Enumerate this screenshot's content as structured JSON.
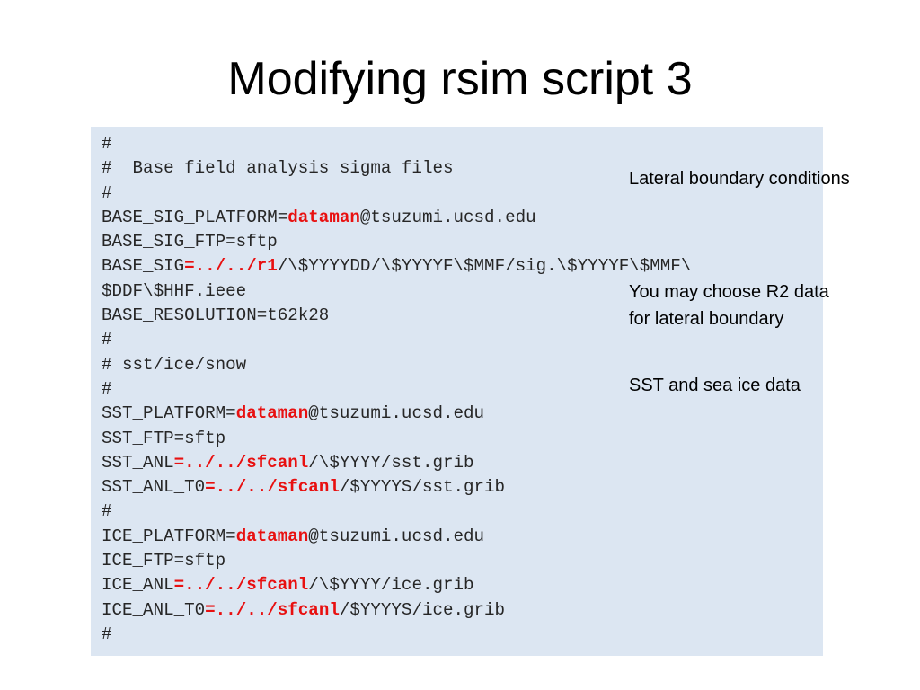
{
  "slide": {
    "title": "Modifying rsim script 3"
  },
  "colors": {
    "code_background": "#dce6f2",
    "highlight": "#e81010",
    "code_text": "#262626"
  },
  "code": {
    "lines": [
      [
        {
          "t": "#"
        }
      ],
      [
        {
          "t": "#  Base field analysis sigma files"
        }
      ],
      [
        {
          "t": "#"
        }
      ],
      [
        {
          "t": "BASE_SIG_PLATFORM="
        },
        {
          "t": "dataman",
          "hl": true
        },
        {
          "t": "@tsuzumi.ucsd.edu"
        }
      ],
      [
        {
          "t": "BASE_SIG_FTP=sftp"
        }
      ],
      [
        {
          "t": "BASE_SIG"
        },
        {
          "t": "=../../r1",
          "hl": true
        },
        {
          "t": "/\\$YYYYDD/\\$YYYYF\\$MMF/sig.\\$YYYYF\\$MMF\\"
        }
      ],
      [
        {
          "t": "$DDF\\$HHF.ieee"
        }
      ],
      [
        {
          "t": "BASE_RESOLUTION=t62k28"
        }
      ],
      [
        {
          "t": "#"
        }
      ],
      [
        {
          "t": "# sst/ice/snow"
        }
      ],
      [
        {
          "t": "#"
        }
      ],
      [
        {
          "t": "SST_PLATFORM="
        },
        {
          "t": "dataman",
          "hl": true
        },
        {
          "t": "@tsuzumi.ucsd.edu"
        }
      ],
      [
        {
          "t": "SST_FTP=sftp"
        }
      ],
      [
        {
          "t": "SST_ANL"
        },
        {
          "t": "=../../sfcanl",
          "hl": true
        },
        {
          "t": "/\\$YYYY/sst.grib"
        }
      ],
      [
        {
          "t": "SST_ANL_T0"
        },
        {
          "t": "=../../sfcanl",
          "hl": true
        },
        {
          "t": "/$YYYYS/sst.grib"
        }
      ],
      [
        {
          "t": "#"
        }
      ],
      [
        {
          "t": "ICE_PLATFORM="
        },
        {
          "t": "dataman",
          "hl": true
        },
        {
          "t": "@tsuzumi.ucsd.edu"
        }
      ],
      [
        {
          "t": "ICE_FTP=sftp"
        }
      ],
      [
        {
          "t": "ICE_ANL"
        },
        {
          "t": "=../../sfcanl",
          "hl": true
        },
        {
          "t": "/\\$YYYY/ice.grib"
        }
      ],
      [
        {
          "t": "ICE_ANL_T0"
        },
        {
          "t": "=../../sfcanl",
          "hl": true
        },
        {
          "t": "/$YYYYS/ice.grib"
        }
      ],
      [
        {
          "t": "#"
        }
      ]
    ]
  },
  "notes": {
    "lateral": "Lateral boundary conditions",
    "choose_r2": "You may choose R2 data\nfor lateral boundary",
    "sst_ice": "SST and sea ice data"
  }
}
